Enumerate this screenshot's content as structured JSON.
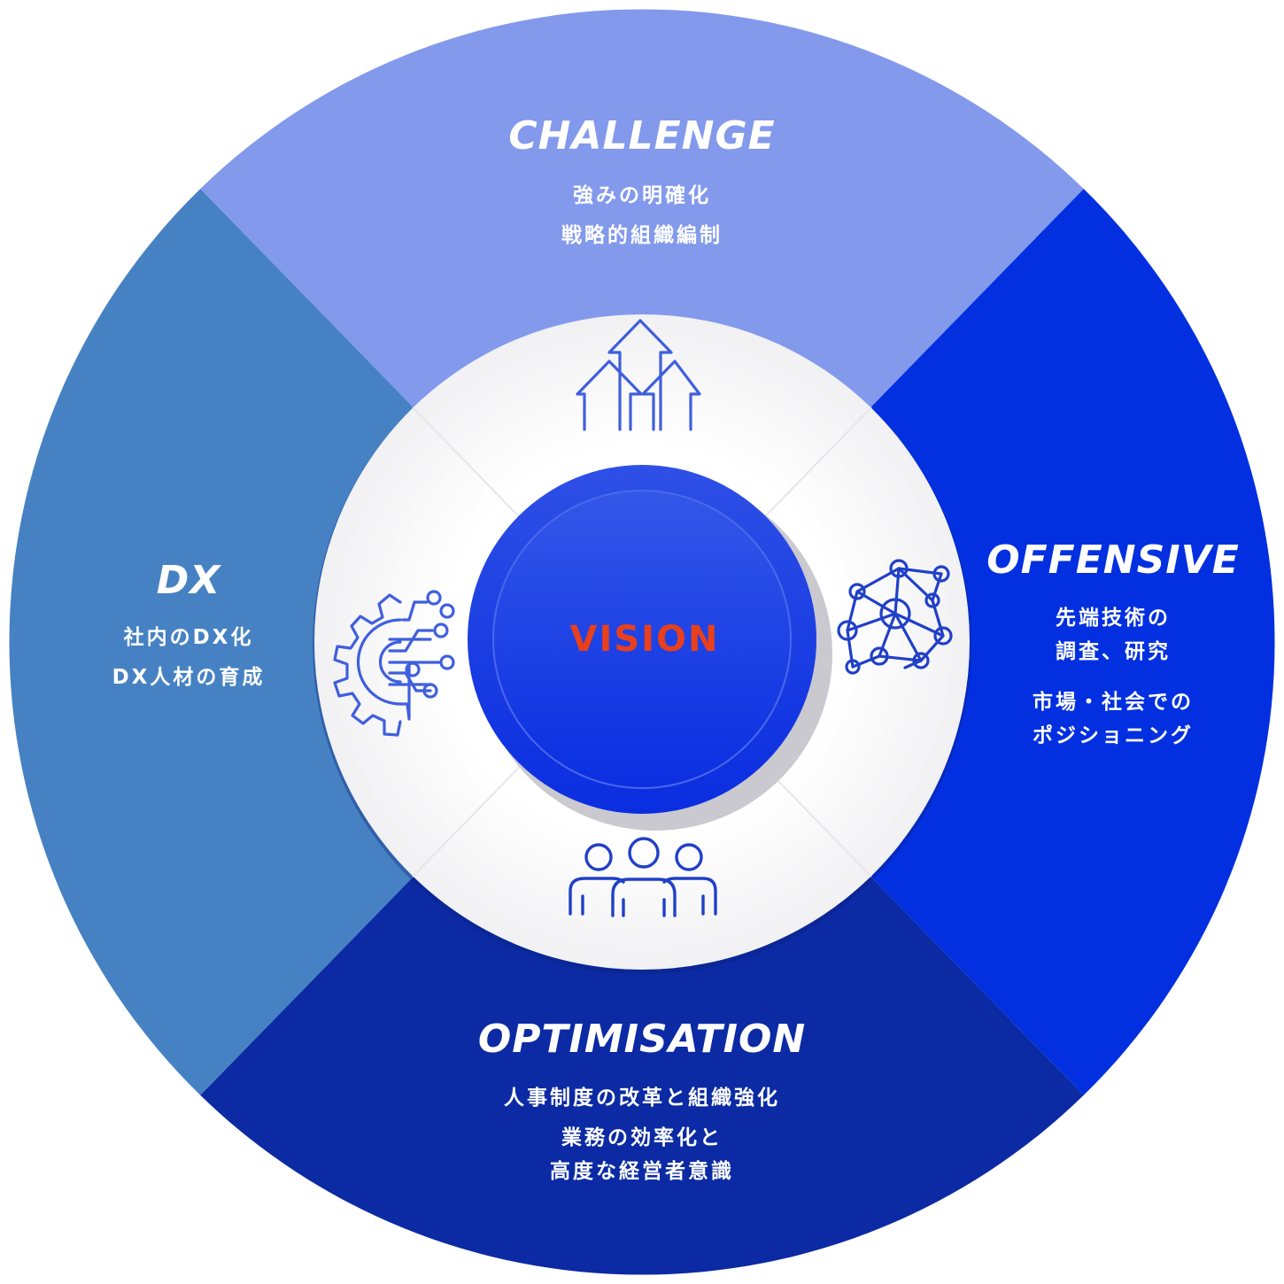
{
  "center": {
    "label": "VISION"
  },
  "colors": {
    "challenge": "#8399EC",
    "offensive": "#0230E0",
    "optimisation": "#0B2AA3",
    "dx": "#4682C3",
    "icon": "#3F5FDD",
    "icon_people": "#2040C8",
    "center_accent": "#E8401C"
  },
  "segments": [
    {
      "id": "challenge",
      "title": "CHALLENGE",
      "lines": [
        "強みの明確化",
        "戦略的組織編制"
      ],
      "icon": "arrows-up-icon"
    },
    {
      "id": "offensive",
      "title": "OFFENSIVE",
      "lines": [
        "先端技術の",
        "調査、研究",
        "市場・社会での",
        "ポジショニング"
      ],
      "icon": "network-icon"
    },
    {
      "id": "optimisation",
      "title": "OPTIMISATION",
      "lines": [
        "人事制度の改革と組織強化",
        "業務の効率化と",
        "高度な経営者意識"
      ],
      "icon": "people-icon"
    },
    {
      "id": "dx",
      "title": "DX",
      "lines": [
        "社内のDX化",
        "DX人材の育成"
      ],
      "icon": "gear-circuit-icon"
    }
  ]
}
